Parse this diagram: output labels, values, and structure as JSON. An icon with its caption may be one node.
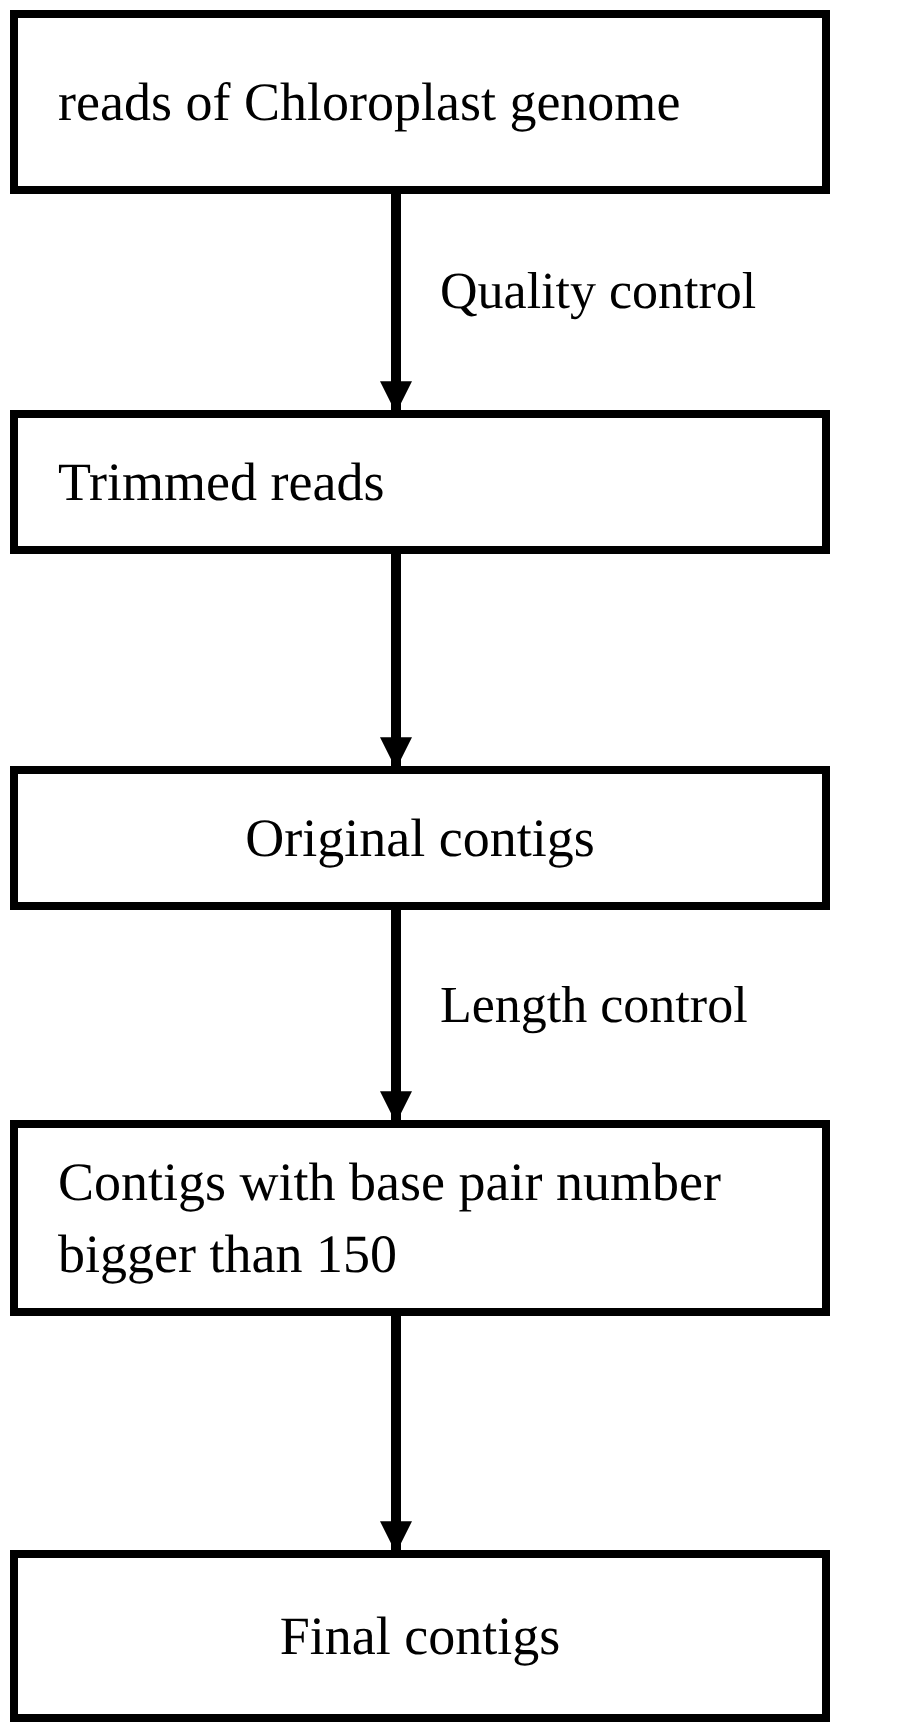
{
  "diagram": {
    "nodes": [
      {
        "text": [
          "reads of Chloroplast genome"
        ]
      },
      {
        "text": [
          "Trimmed reads"
        ]
      },
      {
        "text": [
          "Original contigs"
        ]
      },
      {
        "text": [
          "Contigs with base pair number bigger than 150"
        ]
      },
      {
        "text": [
          "Final contigs"
        ]
      }
    ],
    "edges": [
      {
        "from": 0,
        "to": 1,
        "arrow": "to",
        "label": "Quality control"
      },
      {
        "from": 1,
        "to": 2,
        "arrow": "to"
      },
      {
        "from": 2,
        "to": 3,
        "arrow": "to",
        "label": "Length control"
      },
      {
        "from": 3,
        "to": 4,
        "arrow": "to"
      }
    ]
  }
}
